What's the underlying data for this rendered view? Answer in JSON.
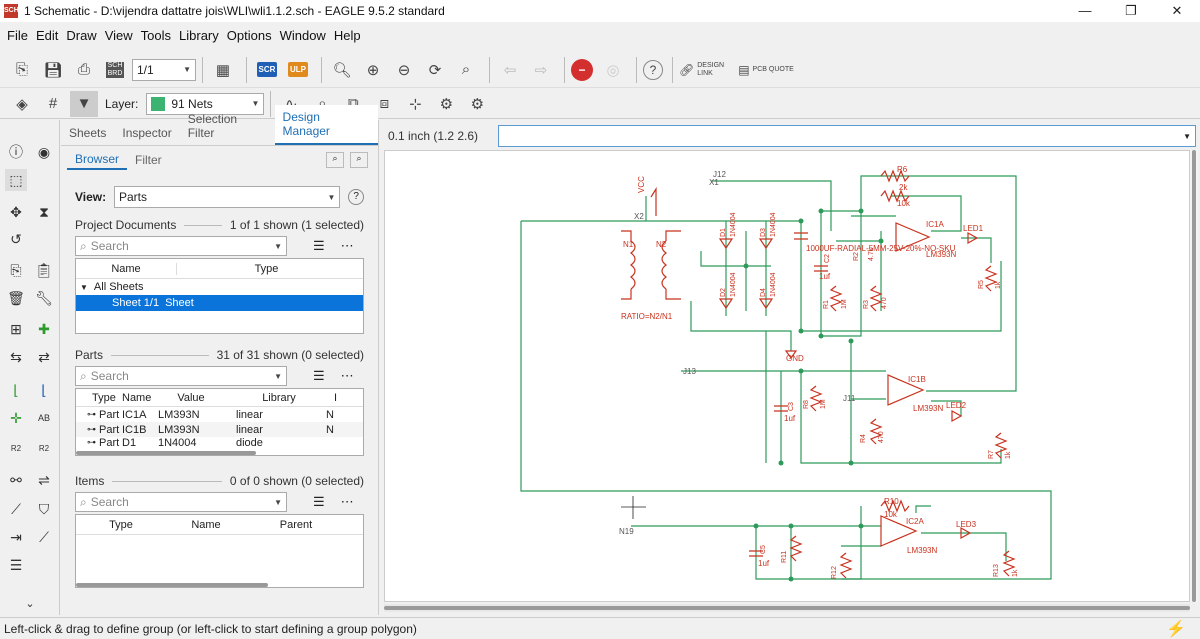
{
  "window": {
    "title": "1 Schematic - D:\\vijendra dattatre jois\\WLI\\wli1.1.2.sch - EAGLE 9.5.2 standard",
    "minimize": "—",
    "maximize": "❐",
    "close": "✕"
  },
  "menu": [
    "File",
    "Edit",
    "Draw",
    "View",
    "Tools",
    "Library",
    "Options",
    "Window",
    "Help"
  ],
  "toolbar": {
    "sheet_select": "1/1",
    "scr_label": "SCR",
    "ulp_label": "ULP",
    "sch_brd_top": "SCH",
    "sch_brd_bottom": "BRD",
    "design_link": "DESIGN LINK",
    "pcb_quote": "PCB QUOTE",
    "help": "?"
  },
  "layer": {
    "label": "Layer:",
    "value": "91 Nets",
    "color": "#3cb371"
  },
  "panel": {
    "tabs": [
      "Sheets",
      "Inspector",
      "Selection Filter",
      "Design Manager"
    ],
    "active_tab": "Design Manager",
    "subtabs": [
      "Browser",
      "Filter"
    ],
    "view_label": "View:",
    "view_value": "Parts",
    "project_documents": {
      "title": "Project Documents",
      "count": "1 of 1 shown (1 selected)",
      "search_placeholder": "Search",
      "col_name": "Name",
      "col_type": "Type",
      "group": "All Sheets",
      "row_name": "Sheet 1/1",
      "row_type": "Sheet"
    },
    "parts": {
      "title": "Parts",
      "count": "31 of 31 shown (0 selected)",
      "search_placeholder": "Search",
      "columns": [
        "Type",
        "Name",
        "Value",
        "Library",
        "I"
      ],
      "rows": [
        [
          "Part",
          "IC1A",
          "LM393N",
          "linear",
          "N"
        ],
        [
          "Part",
          "IC1B",
          "LM393N",
          "linear",
          "N"
        ],
        [
          "Part",
          "D1",
          "1N4004",
          "diode",
          ""
        ]
      ]
    },
    "items": {
      "title": "Items",
      "count": "0 of 0 shown (0 selected)",
      "search_placeholder": "Search",
      "columns": [
        "Type",
        "Name",
        "Parent"
      ]
    }
  },
  "canvas": {
    "coordinate": "0.1 inch (1.2 2.6)",
    "labels": {
      "vcc": "VCC",
      "ratio": "RATIO=N2/N1",
      "n1": "N1",
      "n2": "N2",
      "x2": "X2",
      "x1": "X1",
      "j12": "J12",
      "j13": "J13",
      "n19": "N19",
      "j11": "J11",
      "gnd": "GND",
      "ic1a": "IC1A",
      "ic1b": "IC1B",
      "ic2a": "IC2A",
      "lm393n_a": "LM393N",
      "lm393n_b": "LM393N",
      "lm393n_c": "LM393N",
      "led1": "LED1",
      "led2": "LED2",
      "led3": "LED3",
      "c1": "1000UF-RADIAL-5MM-25V-20%-NO-SKU",
      "r6": "R6",
      "r9": "R9",
      "r10": "R10",
      "r1": "R1",
      "r2": "R2",
      "r3": "R3",
      "r4": "R4",
      "r5": "R5",
      "r7": "R7",
      "r8": "R8",
      "r11": "R11",
      "r12": "R12",
      "r13": "R13",
      "c2": "C2",
      "c3": "C3",
      "c5": "C5",
      "d1": "D1",
      "d2": "D2",
      "d3": "D3",
      "d4": "D4",
      "d1_val": "1N4004",
      "d2_val": "1N4004",
      "d3_val": "1N4004",
      "d4_val": "1N4004",
      "r_2k": "2k",
      "r_10k": "10k",
      "r_10k_b": "10k",
      "r_1m": "1M",
      "r_1m_b": "1M",
      "r_1k": "1k",
      "r_1k_b": "1k",
      "r_1k_c": "1k",
      "r_470": "470",
      "r_470_b": "470",
      "r_4k7": "4.7k",
      "uf1": "1uf",
      "uf2": "1uf",
      "uf3": "1uf"
    }
  },
  "status": {
    "text": "Left-click & drag to define group (or left-click to start defining a group polygon)",
    "go_icon": "⚡"
  }
}
